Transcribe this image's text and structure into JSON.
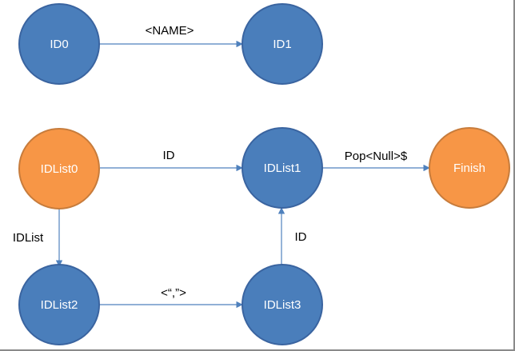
{
  "colors": {
    "primary_node": "#4a7ebb",
    "primary_node_stroke": "#3a64a0",
    "accent_node": "#f79646",
    "accent_node_stroke": "#c77c3c",
    "edge": "#4f81bd",
    "text_on_node": "#ffffff",
    "edge_label": "#000000"
  },
  "nodes": {
    "id0": {
      "label": "ID0",
      "kind": "primary"
    },
    "id1": {
      "label": "ID1",
      "kind": "primary"
    },
    "idlist0": {
      "label": "IDList0",
      "kind": "accent"
    },
    "idlist1": {
      "label": "IDList1",
      "kind": "primary"
    },
    "finish": {
      "label": "Finish",
      "kind": "accent"
    },
    "idlist2": {
      "label": "IDList2",
      "kind": "primary"
    },
    "idlist3": {
      "label": "IDList3",
      "kind": "primary"
    }
  },
  "edges": {
    "id0_id1": {
      "from": "ID0",
      "to": "ID1",
      "label": "<NAME>"
    },
    "idlist0_idlist1": {
      "from": "IDList0",
      "to": "IDList1",
      "label": "ID"
    },
    "idlist1_finish": {
      "from": "IDList1",
      "to": "Finish",
      "label": "Pop<Null>$"
    },
    "idlist0_idlist2": {
      "from": "IDList0",
      "to": "IDList2",
      "label": "IDList"
    },
    "idlist2_idlist3": {
      "from": "IDList2",
      "to": "IDList3",
      "label": "<“,”>"
    },
    "idlist3_idlist1": {
      "from": "IDList3",
      "to": "IDList1",
      "label": "ID"
    }
  }
}
